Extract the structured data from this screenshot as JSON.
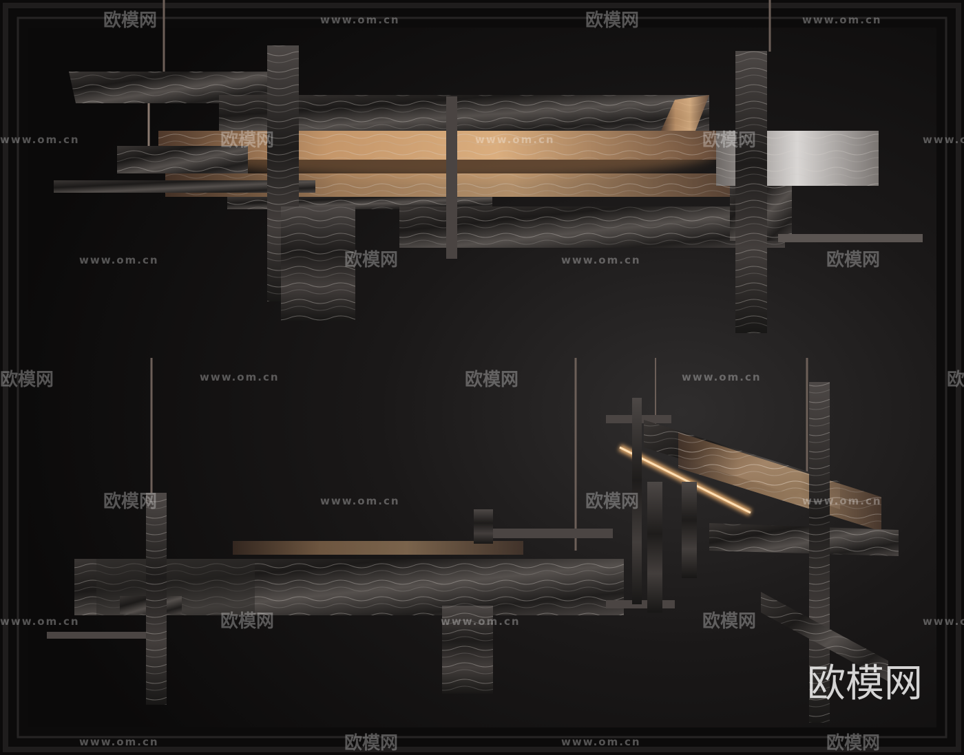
{
  "watermark": {
    "logo_text": "欧模网",
    "url_text": "www.om.cn",
    "big_text": "欧模网"
  },
  "colors": {
    "background": "#0a0909",
    "frame": "#161515",
    "marble_dark": "#1d1b1a",
    "marble_light": "#6b6563",
    "glow": "#e8a66a"
  }
}
